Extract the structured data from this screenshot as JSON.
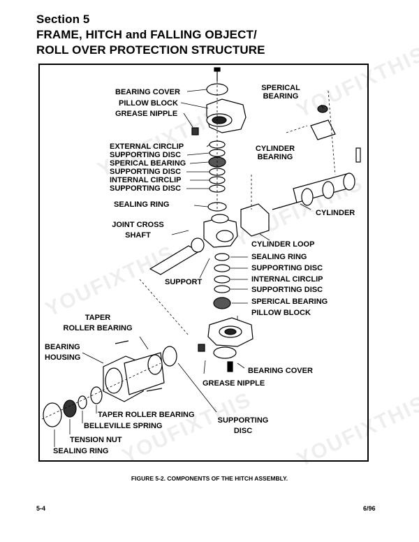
{
  "header": {
    "section": "Section 5",
    "title_line1": "FRAME, HITCH and FALLING OBJECT/",
    "title_line2": "ROLL OVER PROTECTION STRUCTURE"
  },
  "labels": {
    "bearing_cover_top": "BEARING COVER",
    "pillow_block_top": "PILLOW BLOCK",
    "grease_nipple_top": "GREASE NIPPLE",
    "sperical_bearing_right_1": "SPERICAL",
    "sperical_bearing_right_2": "BEARING",
    "external_circlip": "EXTERNAL CIRCLIP",
    "supporting_disc_1": "SUPPORTING DISC",
    "sperical_bearing_mid": "SPERICAL BEARING",
    "supporting_disc_2": "SUPPORTING DISC",
    "internal_circlip_1": "INTERNAL CIRCLIP",
    "supporting_disc_3": "SUPPORTING DISC",
    "cylinder_bearing_1": "CYLINDER",
    "cylinder_bearing_2": "BEARING",
    "sealing_ring_1": "SEALING RING",
    "cylinder": "CYLINDER",
    "joint_cross_shaft_1": "JOINT CROSS",
    "joint_cross_shaft_2": "SHAFT",
    "cylinder_loop": "CYLINDER LOOP",
    "sealing_ring_2": "SEALING RING",
    "supporting_disc_4": "SUPPORTING DISC",
    "support": "SUPPORT",
    "internal_circlip_2": "INTERNAL CIRCLIP",
    "supporting_disc_5": "SUPPORTING DISC",
    "sperical_bearing_low": "SPERICAL BEARING",
    "pillow_block_low": "PILLOW BLOCK",
    "taper_roller_bearing_1a": "TAPER",
    "taper_roller_bearing_1b": "ROLLER BEARING",
    "bearing_housing_1": "BEARING",
    "bearing_housing_2": "HOUSING",
    "bearing_cover_low": "BEARING COVER",
    "grease_nipple_low": "GREASE NIPPLE",
    "taper_roller_bearing_2": "TAPER ROLLER BEARING",
    "belleville_spring": "BELLEVILLE SPRING",
    "tension_nut": "TENSION NUT",
    "sealing_ring_3": "SEALING RING",
    "supporting_disc_6a": "SUPPORTING",
    "supporting_disc_6b": "DISC"
  },
  "caption": "FIGURE 5-2. COMPONENTS OF THE HITCH ASSEMBLY.",
  "footer": {
    "page": "5-4",
    "date": "6/96"
  },
  "watermark": "YOUFIXTHIS"
}
